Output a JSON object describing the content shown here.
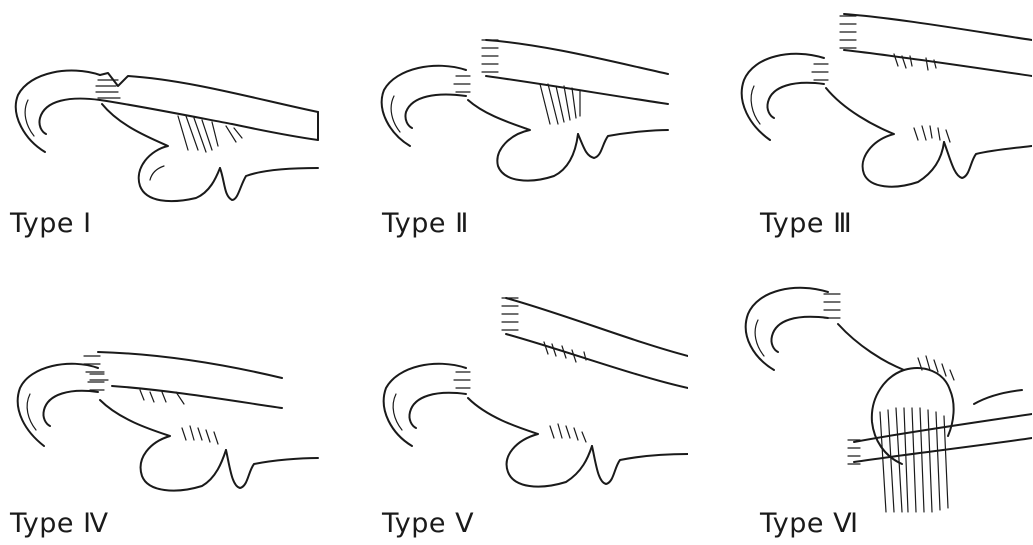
{
  "panels": [
    {
      "label": "Type Ⅰ"
    },
    {
      "label": "Type Ⅱ"
    },
    {
      "label": "Type Ⅲ"
    },
    {
      "label": "Type Ⅳ"
    },
    {
      "label": "Type Ⅴ"
    },
    {
      "label": "Type Ⅵ"
    }
  ]
}
